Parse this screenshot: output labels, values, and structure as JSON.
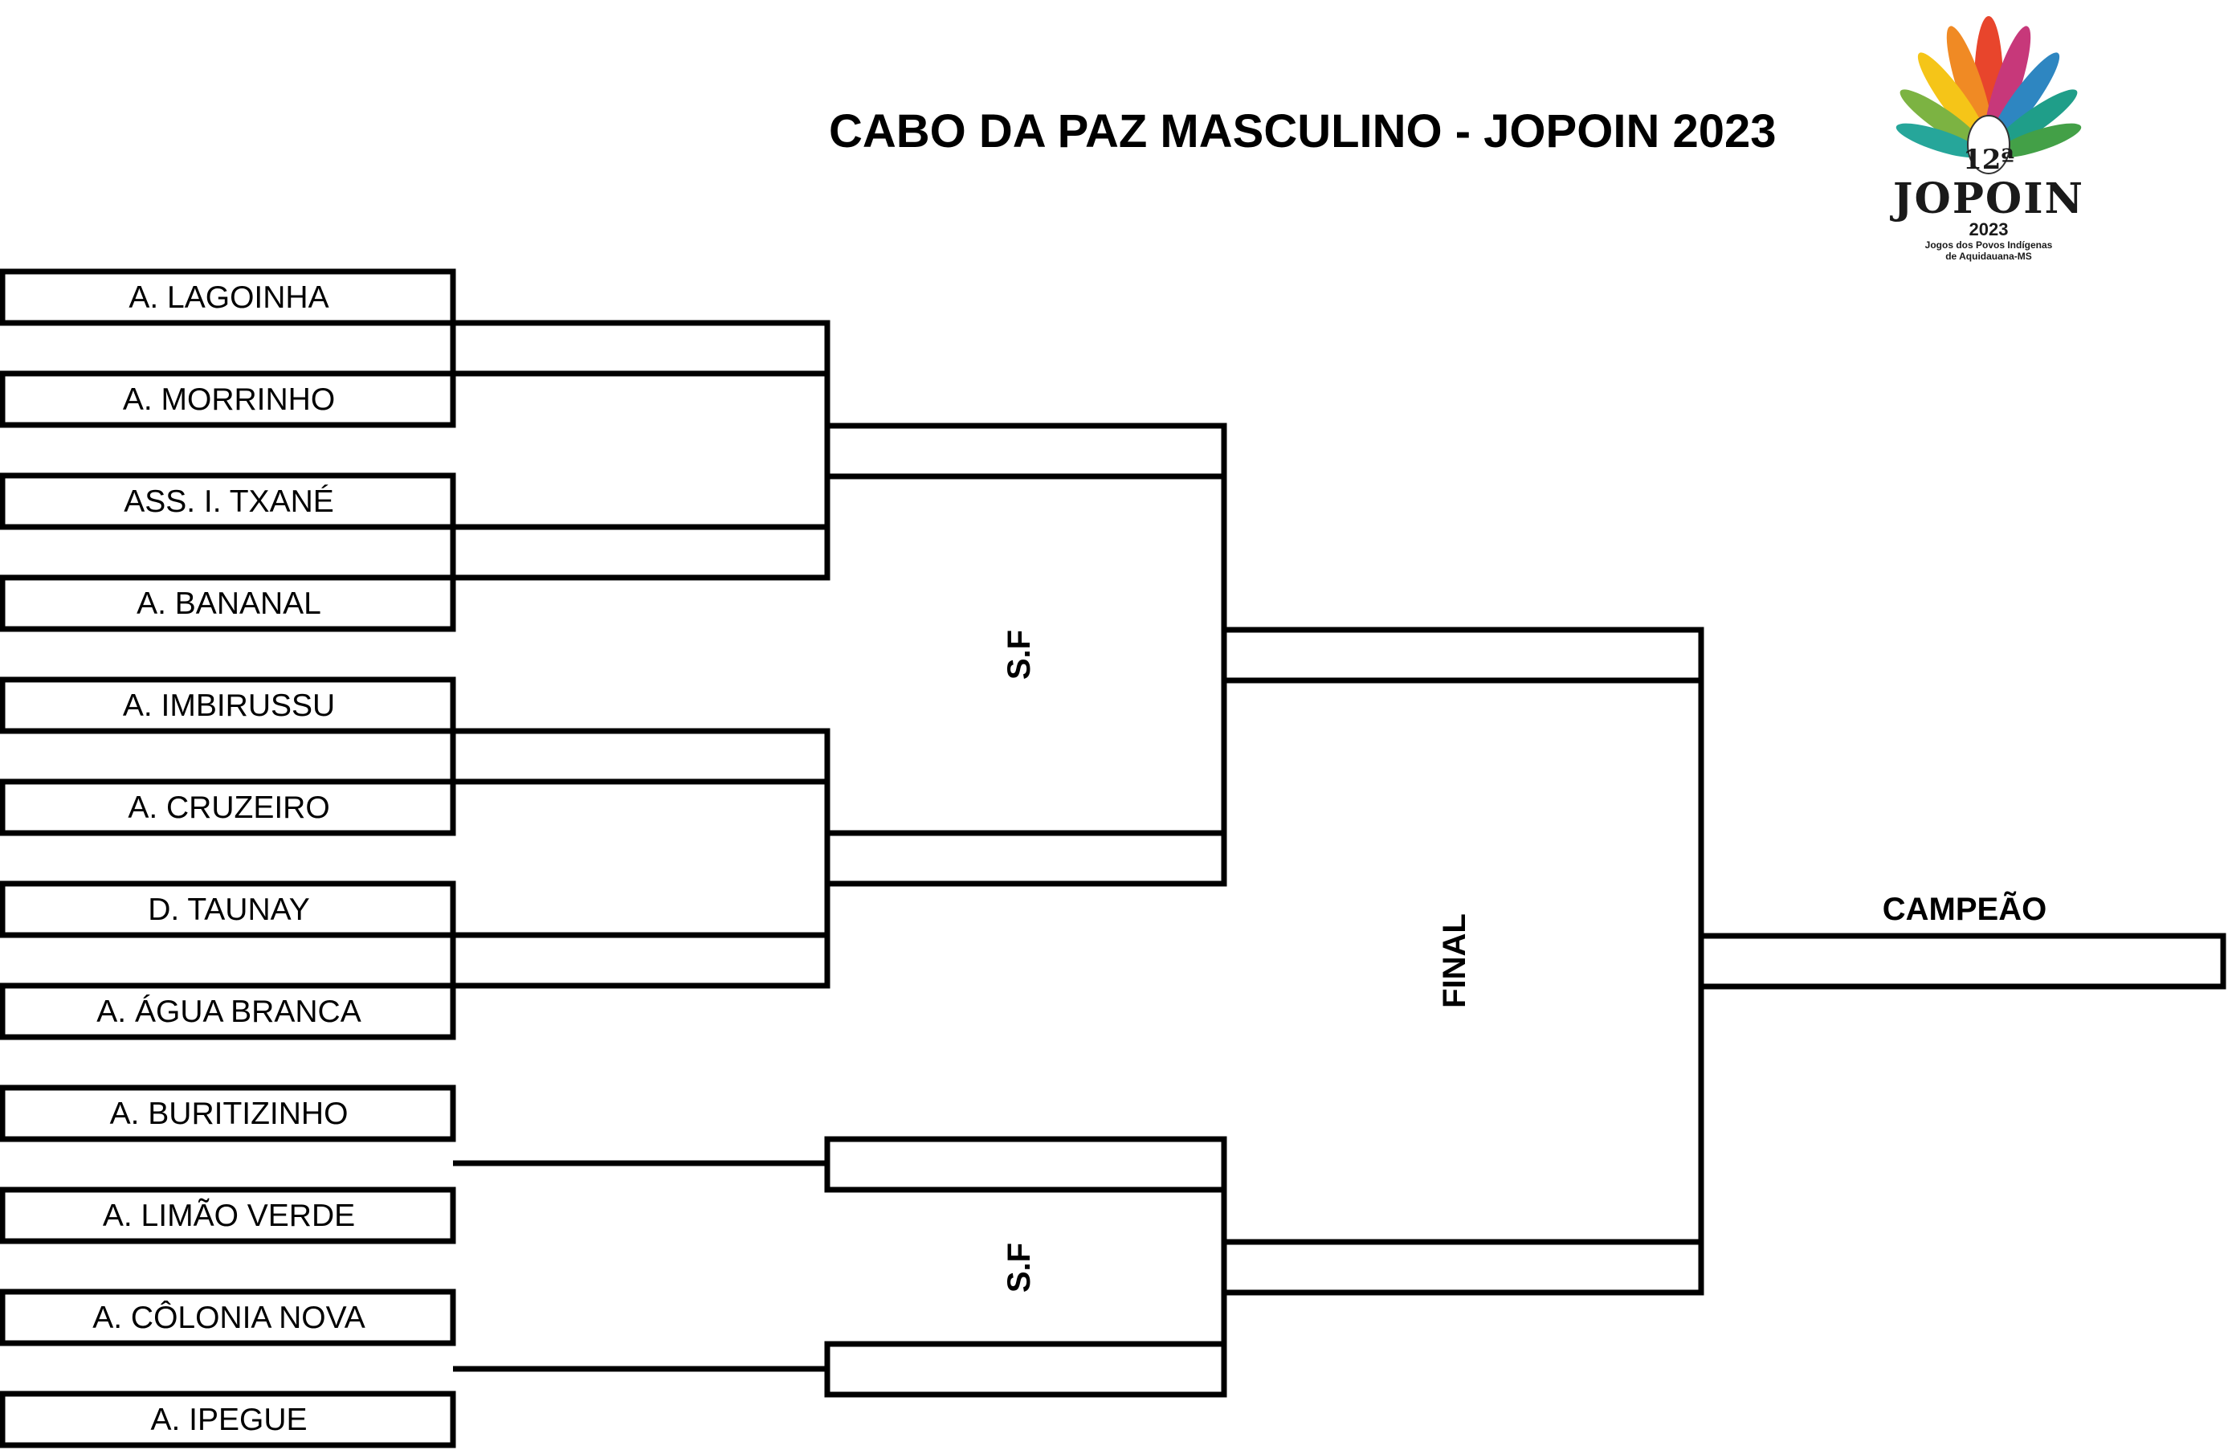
{
  "title": "CABO DA PAZ MASCULINO - JOPOIN 2023",
  "teams": [
    "A. LAGOINHA",
    "A. MORRINHO",
    "ASS. I. TXANÉ",
    "A. BANANAL",
    "A. IMBIRUSSU",
    "A. CRUZEIRO",
    "D. TAUNAY",
    "A. ÁGUA BRANCA",
    "A. BURITIZINHO",
    "A. LIMÃO VERDE",
    "A. CÔLONIA NOVA",
    "A. IPEGUE"
  ],
  "rounds": {
    "semifinal_top": "S.F",
    "semifinal_bottom": "S.F",
    "final": "FINAL",
    "champion": "CAMPEÃO"
  },
  "logo": {
    "edition": "12ª",
    "name": "JOPOIN",
    "year": "2023",
    "line1": "Jogos dos Povos Indígenas",
    "line2": "de Aquidauana-MS"
  }
}
